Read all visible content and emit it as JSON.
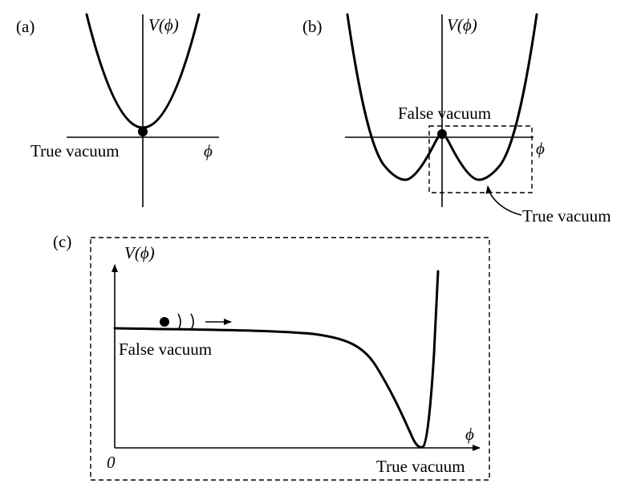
{
  "panel_a": {
    "tag": "(a)",
    "y_axis_label": "V(ϕ)",
    "x_axis_label": "ϕ",
    "point_label": "True vacuum"
  },
  "panel_b": {
    "tag": "(b)",
    "y_axis_label": "V(ϕ)",
    "x_axis_label": "ϕ",
    "top_label": "False vacuum",
    "arrow_label": "True vacuum"
  },
  "panel_c": {
    "tag": "(c)",
    "y_axis_label": "V(ϕ)",
    "x_axis_label": "ϕ",
    "origin_label": "0",
    "start_label": "False vacuum",
    "end_label": "True vacuum"
  }
}
